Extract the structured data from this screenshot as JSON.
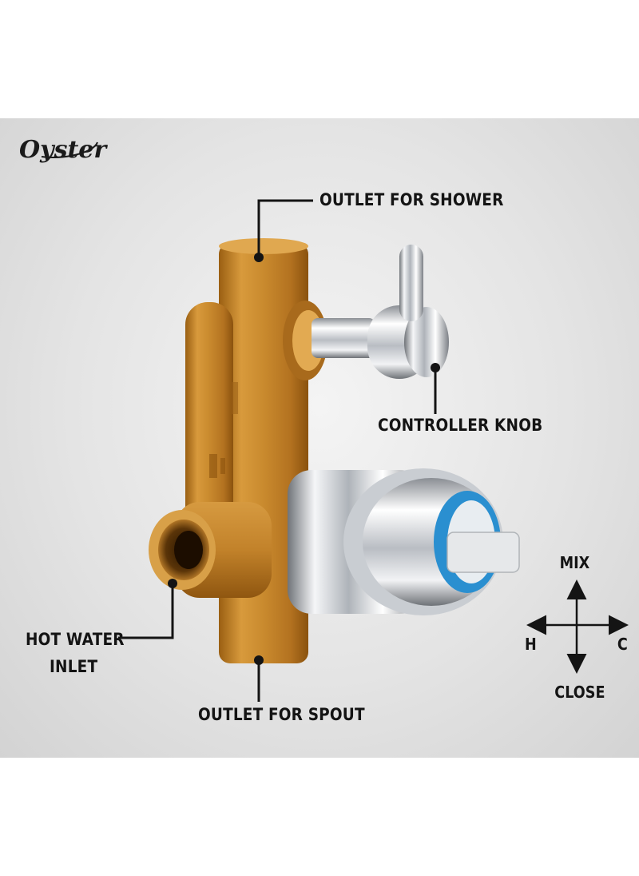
{
  "logo": {
    "text": "Oyster"
  },
  "callouts": {
    "outlet_shower": "OUTLET FOR SHOWER",
    "controller_knob": "CONTROLLER KNOB",
    "hot_water_line1": "HOT WATER",
    "hot_water_line2": "INLET",
    "outlet_spout": "OUTLET FOR SPOUT"
  },
  "directions": {
    "up": "MIX",
    "down": "CLOSE",
    "left": "H",
    "right": "C"
  },
  "colors": {
    "brass": "#c6862c",
    "chrome": "#d9dde2",
    "accent_blue": "#2a8fd0",
    "text": "#141414"
  }
}
